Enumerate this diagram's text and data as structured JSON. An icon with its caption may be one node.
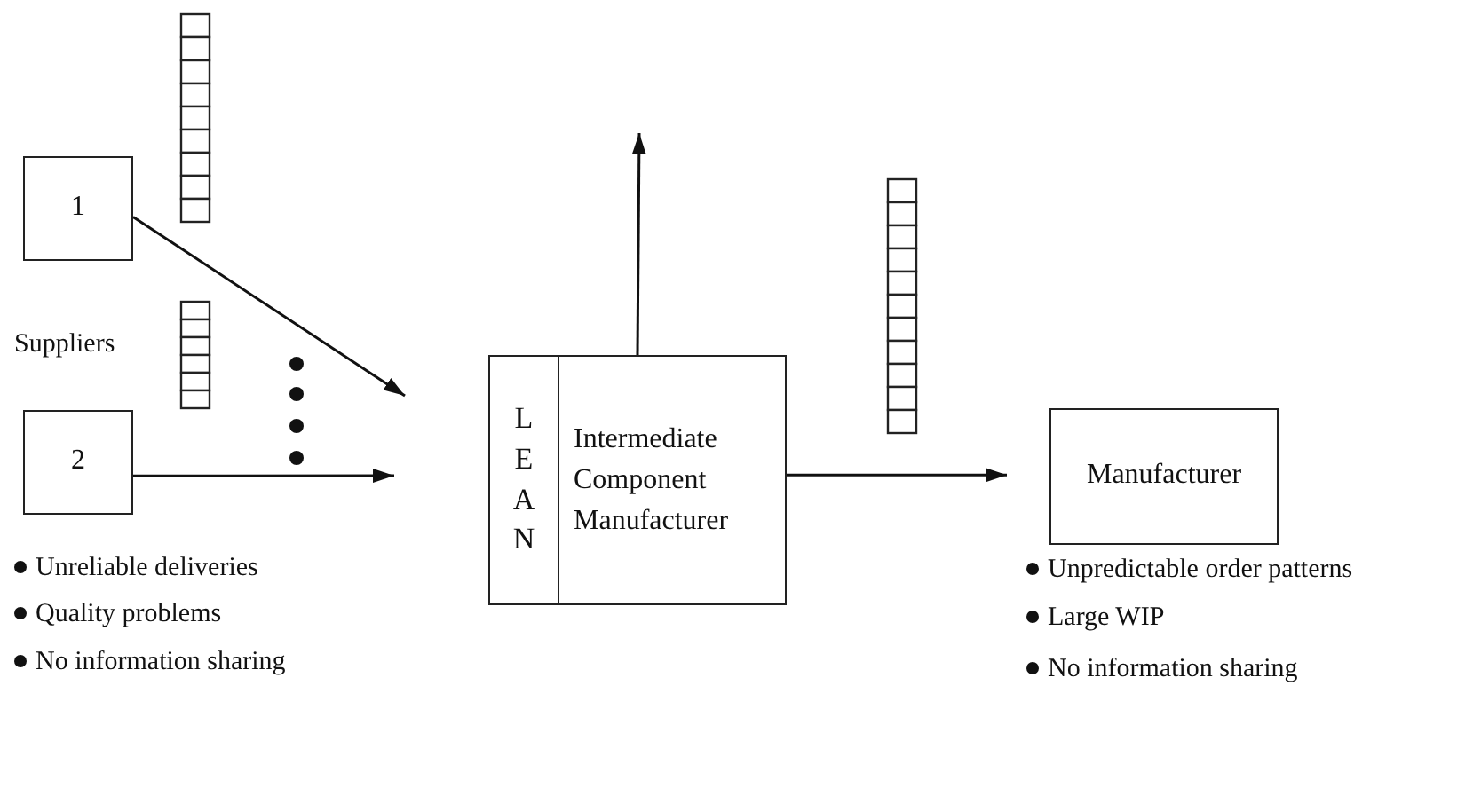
{
  "diagram": {
    "nodes": [
      {
        "text": [
          "1"
        ]
      },
      {
        "text": [
          "2"
        ]
      },
      {
        "text": [
          "LEAN",
          "Intermediate Component Manufacturer"
        ]
      },
      {
        "text": [
          "Manufacturer"
        ]
      }
    ],
    "edges": [
      {
        "from": 0,
        "to": null,
        "arrow": "to"
      },
      {
        "from": 1,
        "to": null,
        "arrow": "to"
      },
      {
        "from": 2,
        "to": null,
        "arrow": "to"
      },
      {
        "from": 2,
        "to": 3,
        "arrow": "to"
      }
    ],
    "labels": [
      "Suppliers",
      "Unreliable deliveries",
      "Quality problems",
      "No information sharing",
      "Unpredictable order patterns",
      "Large WIP",
      "No information sharing"
    ]
  }
}
